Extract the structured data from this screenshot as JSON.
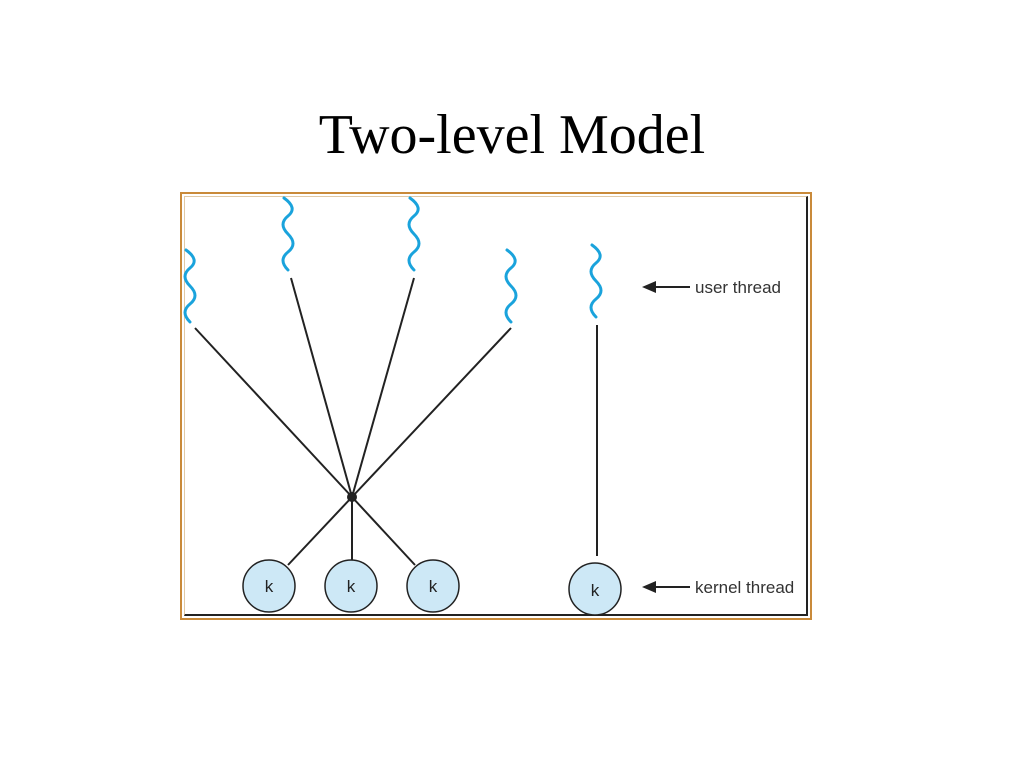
{
  "slide": {
    "title": "Two-level Model"
  },
  "diagram": {
    "user_thread_label": "user thread",
    "kernel_thread_label": "kernel thread",
    "kernel_letter": "k",
    "colors": {
      "wave": "#1aa3dc",
      "kernel_fill": "#cde8f6",
      "line": "#222222",
      "frame": "#c98a3a"
    }
  }
}
